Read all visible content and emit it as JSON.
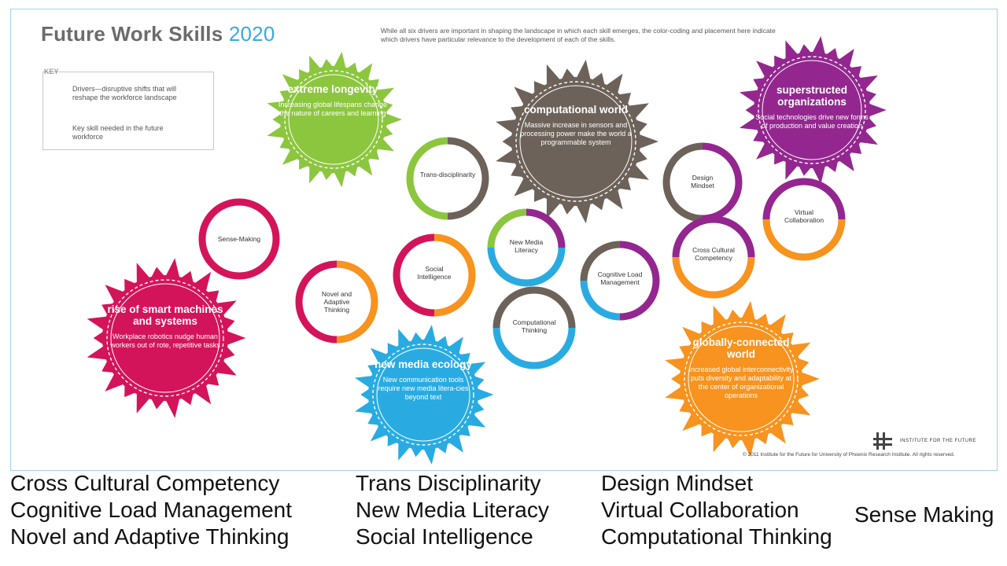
{
  "poster": {
    "title_main": "Future Work Skills",
    "title_year": "2020",
    "intro": "While all six drivers are important in shaping the landscape in which each skill emerges, the color-coding and placement here indicate which drivers have particular relevance to the development of each of the skills.",
    "key": {
      "label": "KEY",
      "driver_text": "Drivers—disruptive shifts that will reshape the workforce landscape",
      "skill_text": "Key skill needed in the future workforce"
    },
    "drivers": [
      {
        "title": "extreme longevity",
        "desc": "Increasing global lifespans change the nature of careers and learning",
        "color": "#8cc63f"
      },
      {
        "title": "computational world",
        "desc": "Massive increase in sensors and processing power make the world a programmable system",
        "color": "#6d6259"
      },
      {
        "title": "superstructed organizations",
        "desc": "Social technologies drive new forms of production and value creation",
        "color": "#93278f"
      },
      {
        "title": "rise of smart machines and systems",
        "desc": "Workplace robotics nudge human workers out of rote, repetitive tasks",
        "color": "#d4145a"
      },
      {
        "title": "new media ecology",
        "desc": "New communication tools require new media litera-cies beyond text",
        "color": "#29abe2"
      },
      {
        "title": "globally-connected world",
        "desc": "Increased global interconnectivity puts diversity and adaptability at the center of organizational operations",
        "color": "#f7931e"
      }
    ],
    "skills": [
      {
        "label": "Trans-disciplinarity"
      },
      {
        "label": "Design Mindset"
      },
      {
        "label": "Sense-Making"
      },
      {
        "label": "Virtual Collaboration"
      },
      {
        "label": "New Media Literacy"
      },
      {
        "label": "Social Intelligence"
      },
      {
        "label": "Cross Cultural Competency"
      },
      {
        "label": "Novel and Adaptive Thinking"
      },
      {
        "label": "Cognitive Load Management"
      },
      {
        "label": "Computational Thinking"
      }
    ],
    "credit": "© 2011 Institute for the Future for University of Phoenix Research Institute. All rights reserved.",
    "logo_text": "INSTITUTE FOR THE FUTURE"
  },
  "skill_list": {
    "col1": [
      "Cross Cultural Competency",
      "Cognitive Load Management",
      "Novel and Adaptive Thinking"
    ],
    "col2": [
      "Trans Disciplinarity",
      "New Media Literacy",
      "Social Intelligence"
    ],
    "col3": [
      "Design Mindset",
      "Virtual Collaboration",
      "Computational Thinking"
    ],
    "col4": [
      "Sense Making"
    ]
  }
}
